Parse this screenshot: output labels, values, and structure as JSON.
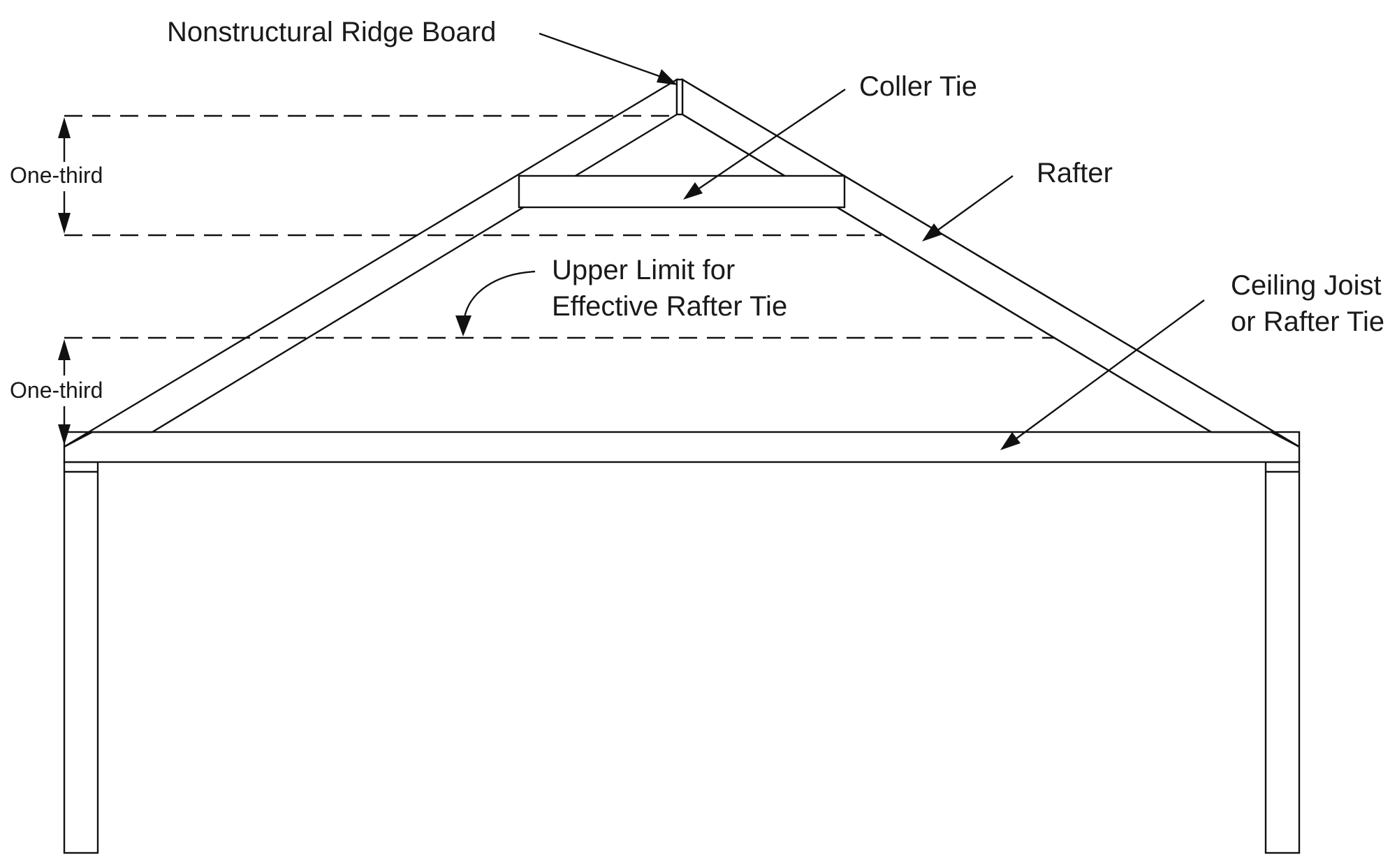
{
  "labels": {
    "ridge_board": "Nonstructural Ridge Board",
    "collar_tie": "Coller Tie",
    "rafter": "Rafter",
    "ceiling_joist_line1": "Ceiling Joist",
    "ceiling_joist_line2": "or Rafter Tie",
    "upper_limit_line1": "Upper Limit for",
    "upper_limit_line2": "Effective Rafter Tie",
    "one_third_top": "One-third",
    "one_third_bottom": "One-third"
  },
  "colors": {
    "line": "#111111",
    "background": "#ffffff"
  }
}
